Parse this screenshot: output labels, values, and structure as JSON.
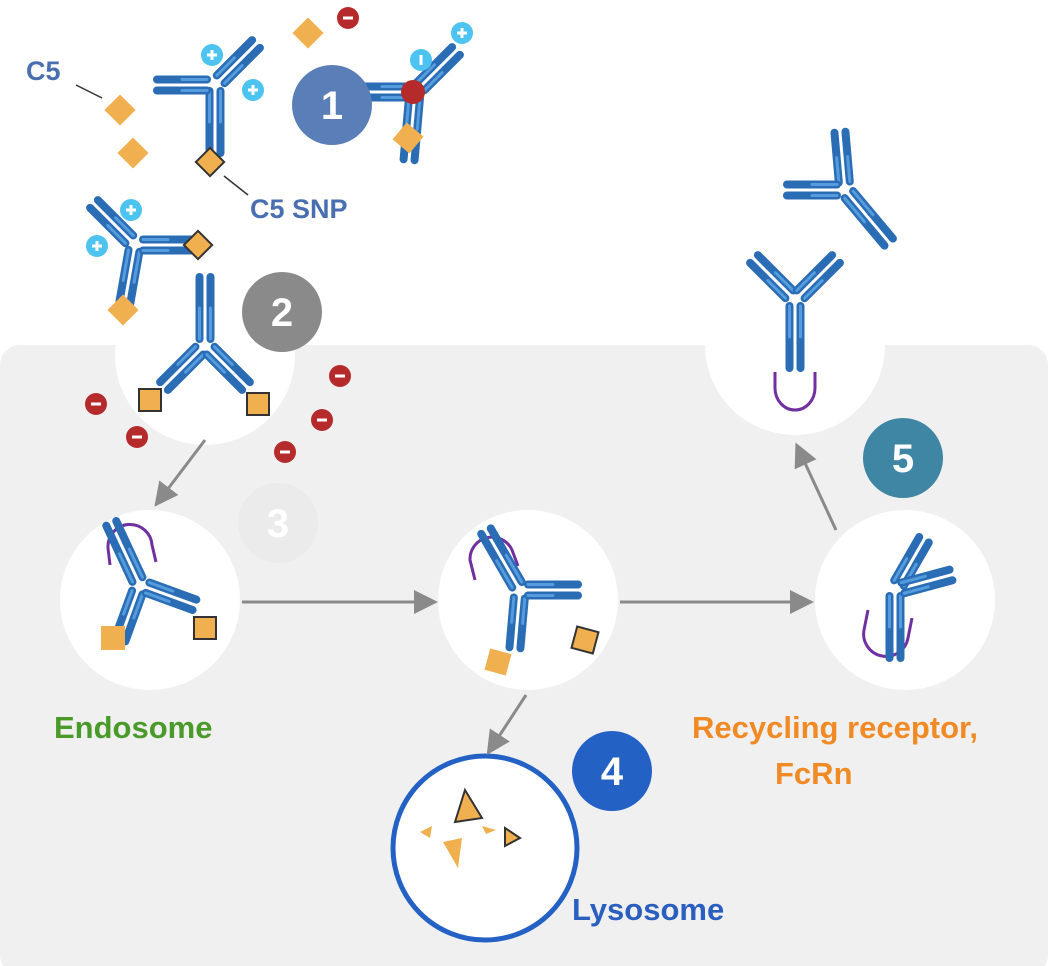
{
  "labels": {
    "c5": "C5",
    "c5_snp": "C5 SNP",
    "endosome": "Endosome",
    "recycling_line1": "Recycling receptor,",
    "recycling_line2": "FcRn",
    "lysosome": "Lysosome"
  },
  "steps": [
    "1",
    "2",
    "3",
    "4",
    "5"
  ],
  "colors": {
    "antibody": "#2a6db5",
    "antibody_highlight": "#5fa8e8",
    "c5": "#f0b050",
    "positive_charge": "#4cc3f0",
    "negative_charge": "#b52b2b",
    "fcrn": "#7030a0",
    "cell_background": "#f0f0f0",
    "arrow": "#8a8a8a",
    "step1": "#5a7fb8",
    "step2": "#8a8a8a",
    "step3": "#ebebeb",
    "step4": "#2461c4",
    "step5": "#3e86a3",
    "endosome_label": "#4a9a2a",
    "recycling_label": "#f08a24",
    "lysosome_label": "#2a5fc0",
    "c5_label": "#4a6fb0"
  },
  "icons": [
    "antibody",
    "c5-molecule",
    "positive-charge",
    "negative-charge",
    "fcrn-receptor",
    "arrow"
  ]
}
